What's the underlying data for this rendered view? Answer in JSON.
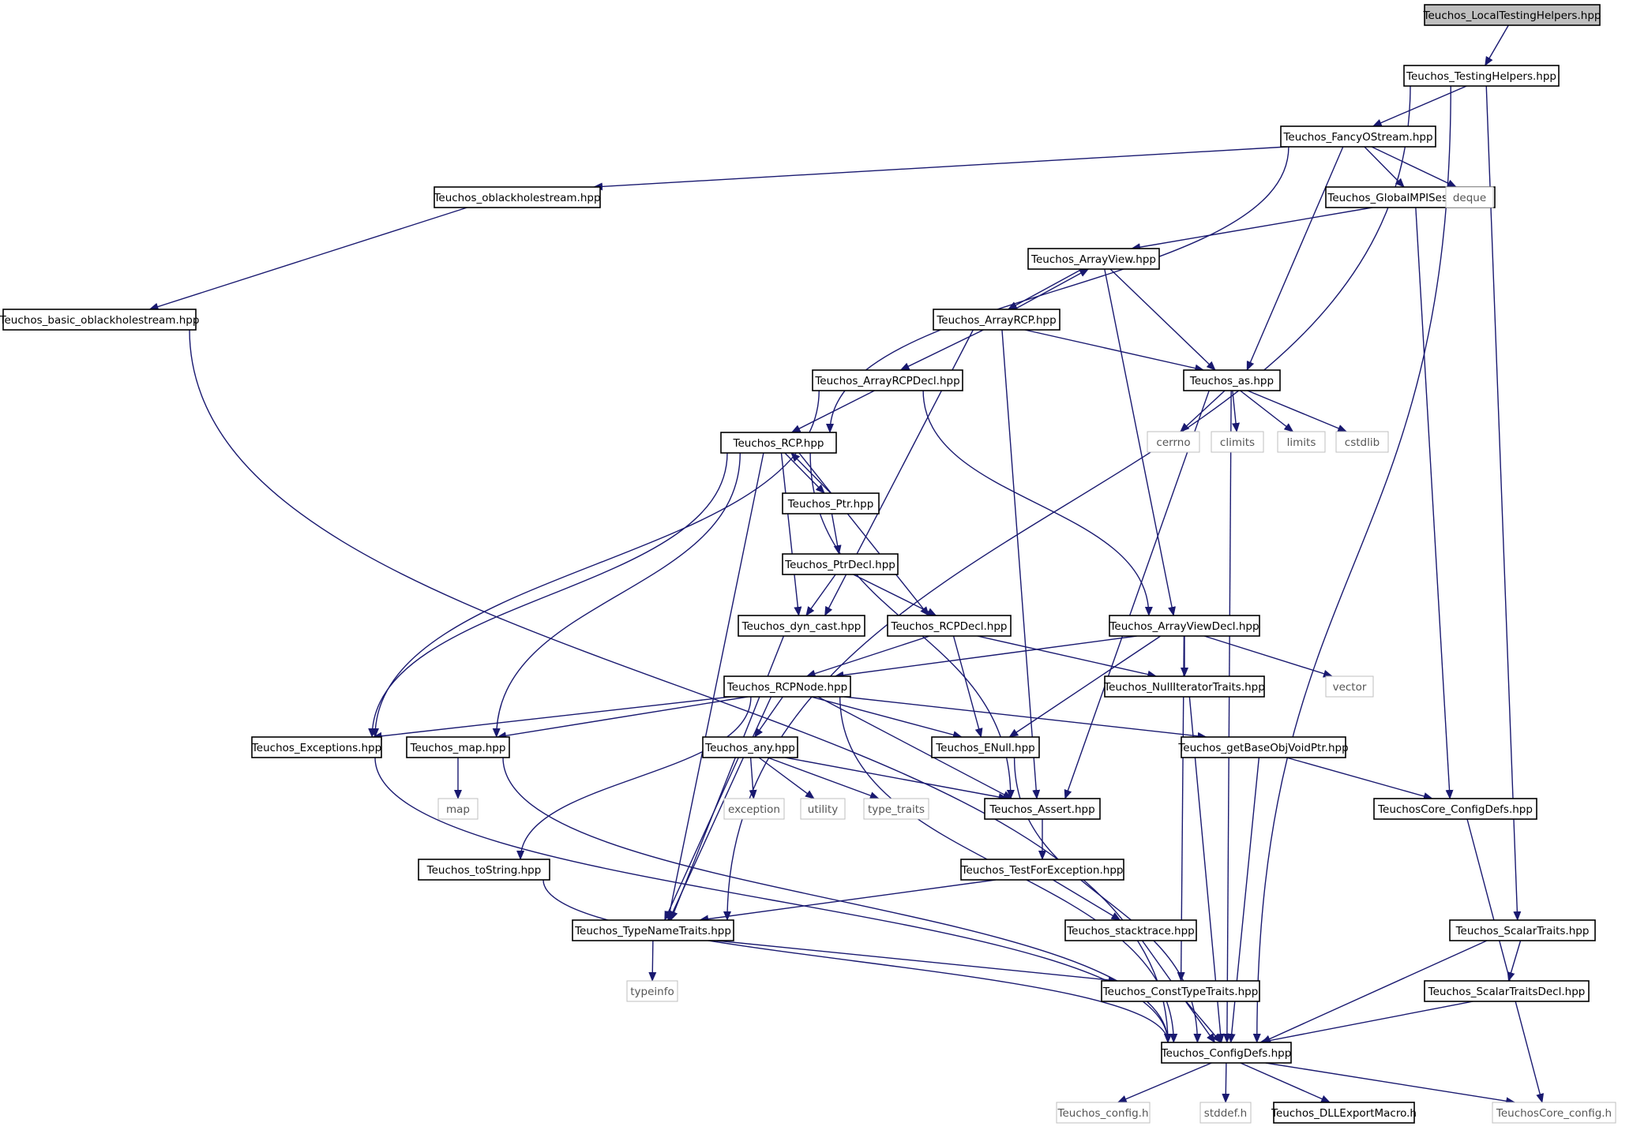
{
  "graph": {
    "colors": {
      "background": "#ffffff",
      "edge": "#191970",
      "root_fill": "#bfbfbf",
      "node_border": "#000000",
      "external_border": "#bfbfbf",
      "external_text": "#555555"
    },
    "nodes": [
      {
        "id": "local_testing_helpers",
        "label": "Teuchos_LocalTestingHelpers.hpp",
        "kind": "root"
      },
      {
        "id": "testing_helpers",
        "label": "Teuchos_TestingHelpers.hpp",
        "kind": "file"
      },
      {
        "id": "fancy_ostream",
        "label": "Teuchos_FancyOStream.hpp",
        "kind": "file"
      },
      {
        "id": "oblackholestream",
        "label": "Teuchos_oblackholestream.hpp",
        "kind": "file"
      },
      {
        "id": "global_mpi_session",
        "label": "Teuchos_GlobalMPISession.hpp",
        "kind": "file"
      },
      {
        "id": "deque",
        "label": "deque",
        "kind": "external"
      },
      {
        "id": "basic_oblackholestream",
        "label": "Teuchos_basic_oblackholestream.hpp",
        "kind": "file"
      },
      {
        "id": "array_view",
        "label": "Teuchos_ArrayView.hpp",
        "kind": "file"
      },
      {
        "id": "array_rcp",
        "label": "Teuchos_ArrayRCP.hpp",
        "kind": "file"
      },
      {
        "id": "array_rcp_decl",
        "label": "Teuchos_ArrayRCPDecl.hpp",
        "kind": "file"
      },
      {
        "id": "as",
        "label": "Teuchos_as.hpp",
        "kind": "file"
      },
      {
        "id": "rcp",
        "label": "Teuchos_RCP.hpp",
        "kind": "file"
      },
      {
        "id": "cerrno",
        "label": "cerrno",
        "kind": "external"
      },
      {
        "id": "climits",
        "label": "climits",
        "kind": "external"
      },
      {
        "id": "limits",
        "label": "limits",
        "kind": "external"
      },
      {
        "id": "cstdlib",
        "label": "cstdlib",
        "kind": "external"
      },
      {
        "id": "ptr",
        "label": "Teuchos_Ptr.hpp",
        "kind": "file"
      },
      {
        "id": "ptr_decl",
        "label": "Teuchos_PtrDecl.hpp",
        "kind": "file"
      },
      {
        "id": "dyn_cast",
        "label": "Teuchos_dyn_cast.hpp",
        "kind": "file"
      },
      {
        "id": "rcp_decl",
        "label": "Teuchos_RCPDecl.hpp",
        "kind": "file"
      },
      {
        "id": "array_view_decl",
        "label": "Teuchos_ArrayViewDecl.hpp",
        "kind": "file"
      },
      {
        "id": "rcp_node",
        "label": "Teuchos_RCPNode.hpp",
        "kind": "file"
      },
      {
        "id": "null_iterator_traits",
        "label": "Teuchos_NullIteratorTraits.hpp",
        "kind": "file"
      },
      {
        "id": "vector",
        "label": "vector",
        "kind": "external"
      },
      {
        "id": "exceptions",
        "label": "Teuchos_Exceptions.hpp",
        "kind": "file"
      },
      {
        "id": "map_hpp",
        "label": "Teuchos_map.hpp",
        "kind": "file"
      },
      {
        "id": "any",
        "label": "Teuchos_any.hpp",
        "kind": "file"
      },
      {
        "id": "enull",
        "label": "Teuchos_ENull.hpp",
        "kind": "file"
      },
      {
        "id": "get_base_obj_void_ptr",
        "label": "Teuchos_getBaseObjVoidPtr.hpp",
        "kind": "file"
      },
      {
        "id": "map",
        "label": "map",
        "kind": "external"
      },
      {
        "id": "exception",
        "label": "exception",
        "kind": "external"
      },
      {
        "id": "utility",
        "label": "utility",
        "kind": "external"
      },
      {
        "id": "type_traits",
        "label": "type_traits",
        "kind": "external"
      },
      {
        "id": "assert",
        "label": "Teuchos_Assert.hpp",
        "kind": "file"
      },
      {
        "id": "core_config_defs",
        "label": "TeuchosCore_ConfigDefs.hpp",
        "kind": "file"
      },
      {
        "id": "to_string",
        "label": "Teuchos_toString.hpp",
        "kind": "file"
      },
      {
        "id": "test_for_exception",
        "label": "Teuchos_TestForException.hpp",
        "kind": "file"
      },
      {
        "id": "type_name_traits",
        "label": "Teuchos_TypeNameTraits.hpp",
        "kind": "file"
      },
      {
        "id": "stacktrace",
        "label": "Teuchos_stacktrace.hpp",
        "kind": "file"
      },
      {
        "id": "scalar_traits",
        "label": "Teuchos_ScalarTraits.hpp",
        "kind": "file"
      },
      {
        "id": "typeinfo",
        "label": "typeinfo",
        "kind": "external"
      },
      {
        "id": "const_type_traits",
        "label": "Teuchos_ConstTypeTraits.hpp",
        "kind": "file"
      },
      {
        "id": "scalar_traits_decl",
        "label": "Teuchos_ScalarTraitsDecl.hpp",
        "kind": "file"
      },
      {
        "id": "config_defs",
        "label": "Teuchos_ConfigDefs.hpp",
        "kind": "file"
      },
      {
        "id": "config_h",
        "label": "Teuchos_config.h",
        "kind": "external"
      },
      {
        "id": "stddef_h",
        "label": "stddef.h",
        "kind": "external"
      },
      {
        "id": "dll_export_macro",
        "label": "Teuchos_DLLExportMacro.h",
        "kind": "file"
      },
      {
        "id": "core_config_h",
        "label": "TeuchosCore_config.h",
        "kind": "external"
      }
    ],
    "edges": [
      {
        "from": "local_testing_helpers",
        "to": "testing_helpers"
      },
      {
        "from": "testing_helpers",
        "to": "fancy_ostream"
      },
      {
        "from": "testing_helpers",
        "to": "type_name_traits"
      },
      {
        "from": "testing_helpers",
        "to": "scalar_traits"
      },
      {
        "from": "testing_helpers",
        "to": "config_defs"
      },
      {
        "from": "fancy_ostream",
        "to": "oblackholestream"
      },
      {
        "from": "fancy_ostream",
        "to": "global_mpi_session"
      },
      {
        "from": "fancy_ostream",
        "to": "deque"
      },
      {
        "from": "fancy_ostream",
        "to": "rcp"
      },
      {
        "from": "fancy_ostream",
        "to": "as"
      },
      {
        "from": "oblackholestream",
        "to": "basic_oblackholestream"
      },
      {
        "from": "basic_oblackholestream",
        "to": "config_defs"
      },
      {
        "from": "global_mpi_session",
        "to": "array_view"
      },
      {
        "from": "global_mpi_session",
        "to": "core_config_defs"
      },
      {
        "from": "array_view",
        "to": "array_rcp"
      },
      {
        "from": "array_view",
        "to": "as"
      },
      {
        "from": "array_view",
        "to": "array_view_decl"
      },
      {
        "from": "array_rcp",
        "to": "array_view"
      },
      {
        "from": "array_rcp",
        "to": "array_rcp_decl"
      },
      {
        "from": "array_rcp",
        "to": "as"
      },
      {
        "from": "array_rcp",
        "to": "dyn_cast"
      },
      {
        "from": "array_rcp",
        "to": "assert"
      },
      {
        "from": "array_rcp_decl",
        "to": "rcp"
      },
      {
        "from": "array_rcp_decl",
        "to": "exceptions"
      },
      {
        "from": "array_rcp_decl",
        "to": "array_view_decl"
      },
      {
        "from": "as",
        "to": "cerrno"
      },
      {
        "from": "as",
        "to": "climits"
      },
      {
        "from": "as",
        "to": "limits"
      },
      {
        "from": "as",
        "to": "cstdlib"
      },
      {
        "from": "as",
        "to": "assert"
      },
      {
        "from": "as",
        "to": "config_defs"
      },
      {
        "from": "rcp",
        "to": "ptr"
      },
      {
        "from": "rcp",
        "to": "exceptions"
      },
      {
        "from": "rcp",
        "to": "map_hpp"
      },
      {
        "from": "rcp",
        "to": "type_name_traits"
      },
      {
        "from": "rcp",
        "to": "dyn_cast"
      },
      {
        "from": "rcp",
        "to": "rcp_decl"
      },
      {
        "from": "rcp",
        "to": "assert"
      },
      {
        "from": "ptr",
        "to": "rcp"
      },
      {
        "from": "ptr",
        "to": "ptr_decl"
      },
      {
        "from": "ptr_decl",
        "to": "dyn_cast"
      },
      {
        "from": "ptr_decl",
        "to": "rcp_decl"
      },
      {
        "from": "dyn_cast",
        "to": "type_name_traits"
      },
      {
        "from": "rcp_decl",
        "to": "rcp_node"
      },
      {
        "from": "rcp_decl",
        "to": "enull"
      },
      {
        "from": "rcp_decl",
        "to": "null_iterator_traits"
      },
      {
        "from": "array_view_decl",
        "to": "rcp_node"
      },
      {
        "from": "array_view_decl",
        "to": "null_iterator_traits"
      },
      {
        "from": "array_view_decl",
        "to": "vector"
      },
      {
        "from": "array_view_decl",
        "to": "enull"
      },
      {
        "from": "array_view_decl",
        "to": "const_type_traits"
      },
      {
        "from": "rcp_node",
        "to": "exceptions"
      },
      {
        "from": "rcp_node",
        "to": "map_hpp"
      },
      {
        "from": "rcp_node",
        "to": "any"
      },
      {
        "from": "rcp_node",
        "to": "enull"
      },
      {
        "from": "rcp_node",
        "to": "get_base_obj_void_ptr"
      },
      {
        "from": "rcp_node",
        "to": "assert"
      },
      {
        "from": "rcp_node",
        "to": "to_string"
      },
      {
        "from": "rcp_node",
        "to": "type_name_traits"
      },
      {
        "from": "rcp_node",
        "to": "config_defs"
      },
      {
        "from": "null_iterator_traits",
        "to": "config_defs"
      },
      {
        "from": "exceptions",
        "to": "config_defs"
      },
      {
        "from": "map_hpp",
        "to": "map"
      },
      {
        "from": "map_hpp",
        "to": "config_defs"
      },
      {
        "from": "any",
        "to": "exception"
      },
      {
        "from": "any",
        "to": "utility"
      },
      {
        "from": "any",
        "to": "type_traits"
      },
      {
        "from": "any",
        "to": "assert"
      },
      {
        "from": "any",
        "to": "type_name_traits"
      },
      {
        "from": "enull",
        "to": "config_defs"
      },
      {
        "from": "get_base_obj_void_ptr",
        "to": "core_config_defs"
      },
      {
        "from": "get_base_obj_void_ptr",
        "to": "config_defs"
      },
      {
        "from": "assert",
        "to": "test_for_exception"
      },
      {
        "from": "core_config_defs",
        "to": "core_config_h"
      },
      {
        "from": "to_string",
        "to": "config_defs"
      },
      {
        "from": "test_for_exception",
        "to": "type_name_traits"
      },
      {
        "from": "test_for_exception",
        "to": "stacktrace"
      },
      {
        "from": "type_name_traits",
        "to": "typeinfo"
      },
      {
        "from": "type_name_traits",
        "to": "const_type_traits"
      },
      {
        "from": "stacktrace",
        "to": "config_defs"
      },
      {
        "from": "scalar_traits",
        "to": "scalar_traits_decl"
      },
      {
        "from": "scalar_traits",
        "to": "config_defs"
      },
      {
        "from": "const_type_traits",
        "to": "config_defs"
      },
      {
        "from": "scalar_traits_decl",
        "to": "config_defs"
      },
      {
        "from": "config_defs",
        "to": "config_h"
      },
      {
        "from": "config_defs",
        "to": "stddef_h"
      },
      {
        "from": "config_defs",
        "to": "dll_export_macro"
      },
      {
        "from": "config_defs",
        "to": "core_config_h"
      }
    ]
  }
}
